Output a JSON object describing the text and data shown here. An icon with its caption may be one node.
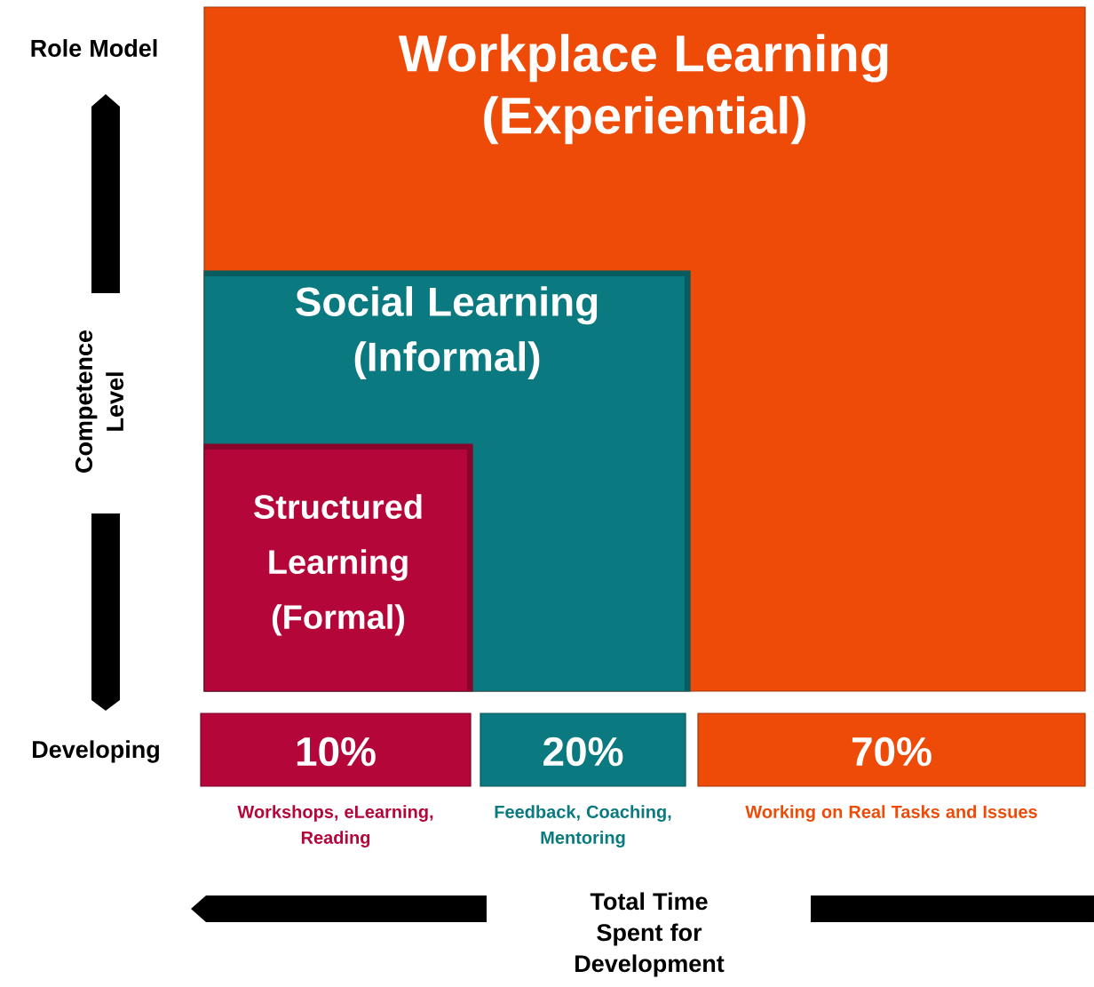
{
  "diagram": {
    "nodes": [
      {
        "text": [
          "Workplace Learning (Experiential)"
        ]
      },
      {
        "text": [
          "Social Learning (Informal)"
        ],
        "in": 0
      },
      {
        "text": [
          "Structured Learning (Formal)"
        ],
        "in": 1
      },
      {
        "text": [
          "10%"
        ],
        "beside": [
          "Workshops, eLearning, Reading"
        ]
      },
      {
        "text": [
          "20%"
        ],
        "beside": [
          "Feedback, Coaching, Mentoring"
        ]
      },
      {
        "text": [
          "70%"
        ],
        "beside": [
          "Working on Real Tasks and Issues"
        ]
      }
    ],
    "labels": [
      "Role Model",
      "Competence Level",
      "Developing",
      "Total Time Spent for Development"
    ]
  }
}
